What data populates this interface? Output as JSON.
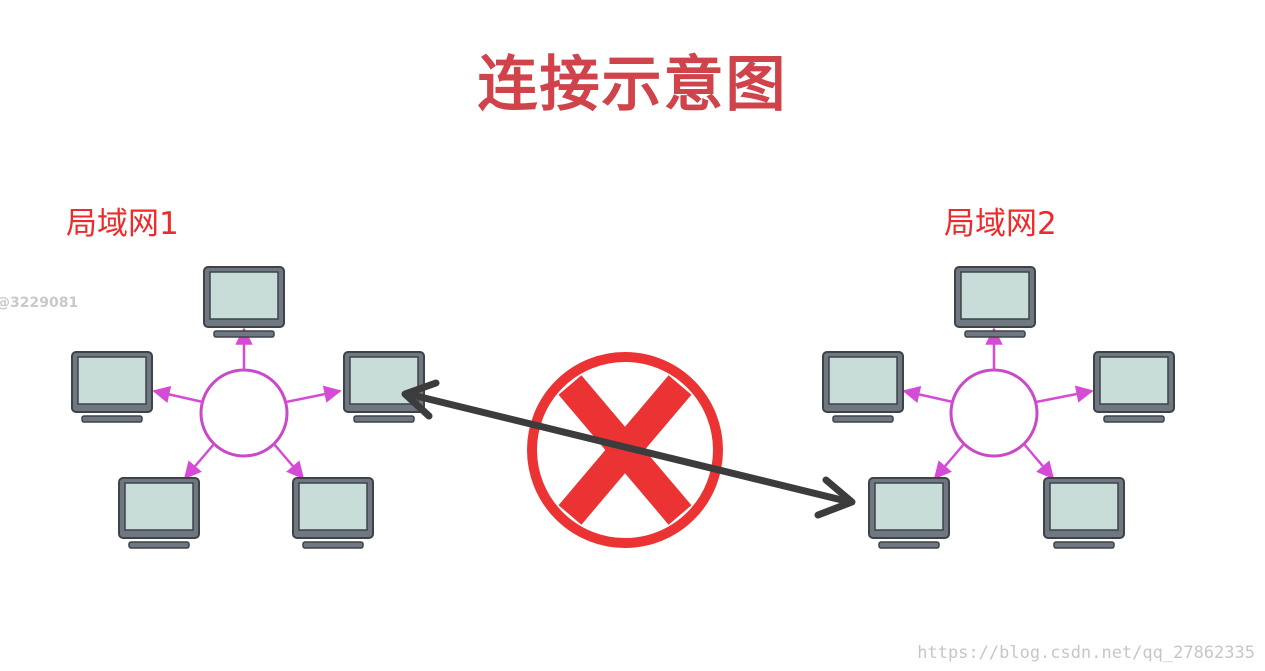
{
  "title": "连接示意图",
  "networks": [
    {
      "label": "局域网1",
      "computers": 5
    },
    {
      "label": "局域网2",
      "computers": 5
    }
  ],
  "watermarks": {
    "side": "@3229081",
    "url": "https://blog.csdn.net/qq_27862335"
  },
  "colors": {
    "title": "#d0434b",
    "label": "#ee2a2a",
    "link_arrow": "#d64bd6",
    "hub_circle": "#c84ac8",
    "cross_arrow": "#3c3c3c",
    "forbidden": "#ec3333",
    "monitor_screen": "#c8dcd8",
    "monitor_frame": "#6f7781"
  },
  "icons": {
    "computer": "monitor-icon",
    "forbidden": "forbidden-x-icon",
    "connection": "double-arrow-icon"
  }
}
